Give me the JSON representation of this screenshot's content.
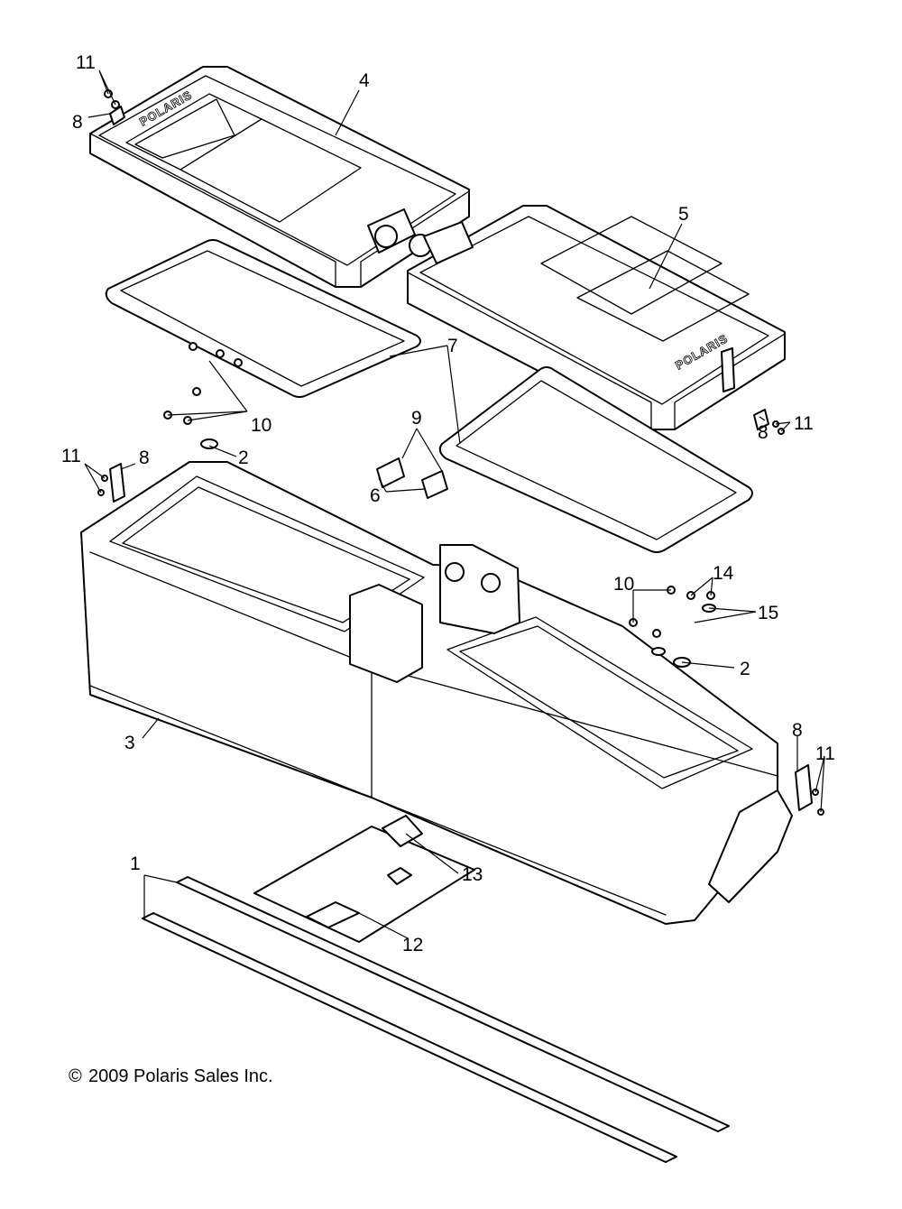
{
  "diagram": {
    "callouts": [
      "11",
      "8",
      "4",
      "5",
      "7",
      "10",
      "9",
      "2",
      "11",
      "8",
      "6",
      "8",
      "11",
      "14",
      "10",
      "15",
      "2",
      "3",
      "8",
      "11",
      "1",
      "13",
      "12"
    ],
    "brand_text": "POLARIS",
    "copyright": "2009 Polaris Sales Inc.",
    "copyright_symbol": "©"
  }
}
